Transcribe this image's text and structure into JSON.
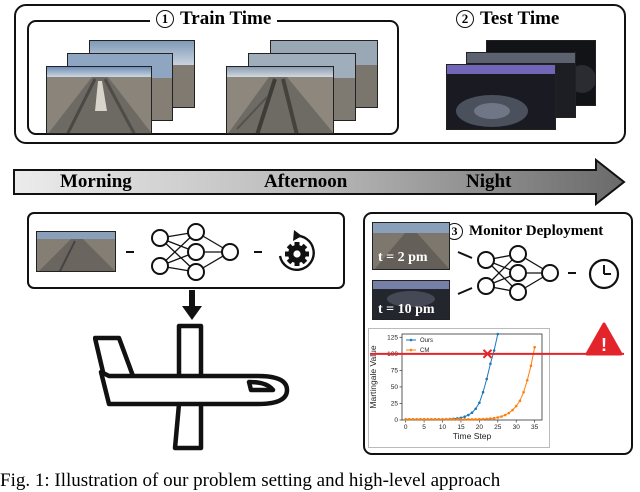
{
  "train_section": {
    "number": "1",
    "title": "Train Time"
  },
  "test_section": {
    "number": "2",
    "title": "Test Time"
  },
  "timeline": {
    "morning": "Morning",
    "afternoon": "Afternoon",
    "night": "Night"
  },
  "monitor_section": {
    "number": "3",
    "title": "Monitor Deployment"
  },
  "time_labels": {
    "t1": "t = 2 pm",
    "t2": "t = 10 pm"
  },
  "alert_symbol": "!",
  "caption": "Fig. 1: Illustration of our problem setting and high-level approach",
  "chart_data": {
    "type": "line",
    "xlabel": "Time Step",
    "ylabel": "Martingale Value",
    "xlim": [
      -1,
      37
    ],
    "ylim": [
      0,
      130
    ],
    "xticks": [
      0,
      5,
      10,
      15,
      20,
      25,
      30,
      35
    ],
    "yticks": [
      0,
      25,
      50,
      75,
      100,
      125
    ],
    "legend_position": "top-left",
    "grid": false,
    "threshold": 100,
    "crossing_x": 22.2,
    "series": [
      {
        "name": "Ours",
        "color": "#1f77b4",
        "x": [
          0,
          1,
          2,
          3,
          4,
          5,
          6,
          7,
          8,
          9,
          10,
          11,
          12,
          13,
          14,
          15,
          16,
          17,
          18,
          19,
          20,
          21,
          22,
          23,
          24,
          25
        ],
        "y": [
          1,
          1,
          1,
          1,
          1,
          1,
          1,
          1,
          1,
          1,
          1,
          1.2,
          1.4,
          1.8,
          2.4,
          3.3,
          5,
          7.5,
          11,
          17,
          26,
          42,
          62,
          85,
          105,
          130
        ]
      },
      {
        "name": "CM",
        "color": "#ff7f0e",
        "x": [
          0,
          1,
          2,
          3,
          4,
          5,
          6,
          7,
          8,
          9,
          10,
          11,
          12,
          13,
          14,
          15,
          16,
          17,
          18,
          19,
          20,
          21,
          22,
          23,
          24,
          25,
          26,
          27,
          28,
          29,
          30,
          31,
          32,
          33,
          34,
          35
        ],
        "y": [
          1,
          1,
          1,
          1,
          1,
          1,
          1,
          1,
          1,
          1,
          1,
          1,
          1,
          1,
          1,
          1,
          1,
          1,
          1,
          1,
          1.2,
          1.4,
          1.7,
          2.1,
          2.8,
          3.8,
          5.3,
          7.5,
          10.5,
          15,
          21,
          29,
          42,
          60,
          82,
          110
        ]
      }
    ]
  }
}
